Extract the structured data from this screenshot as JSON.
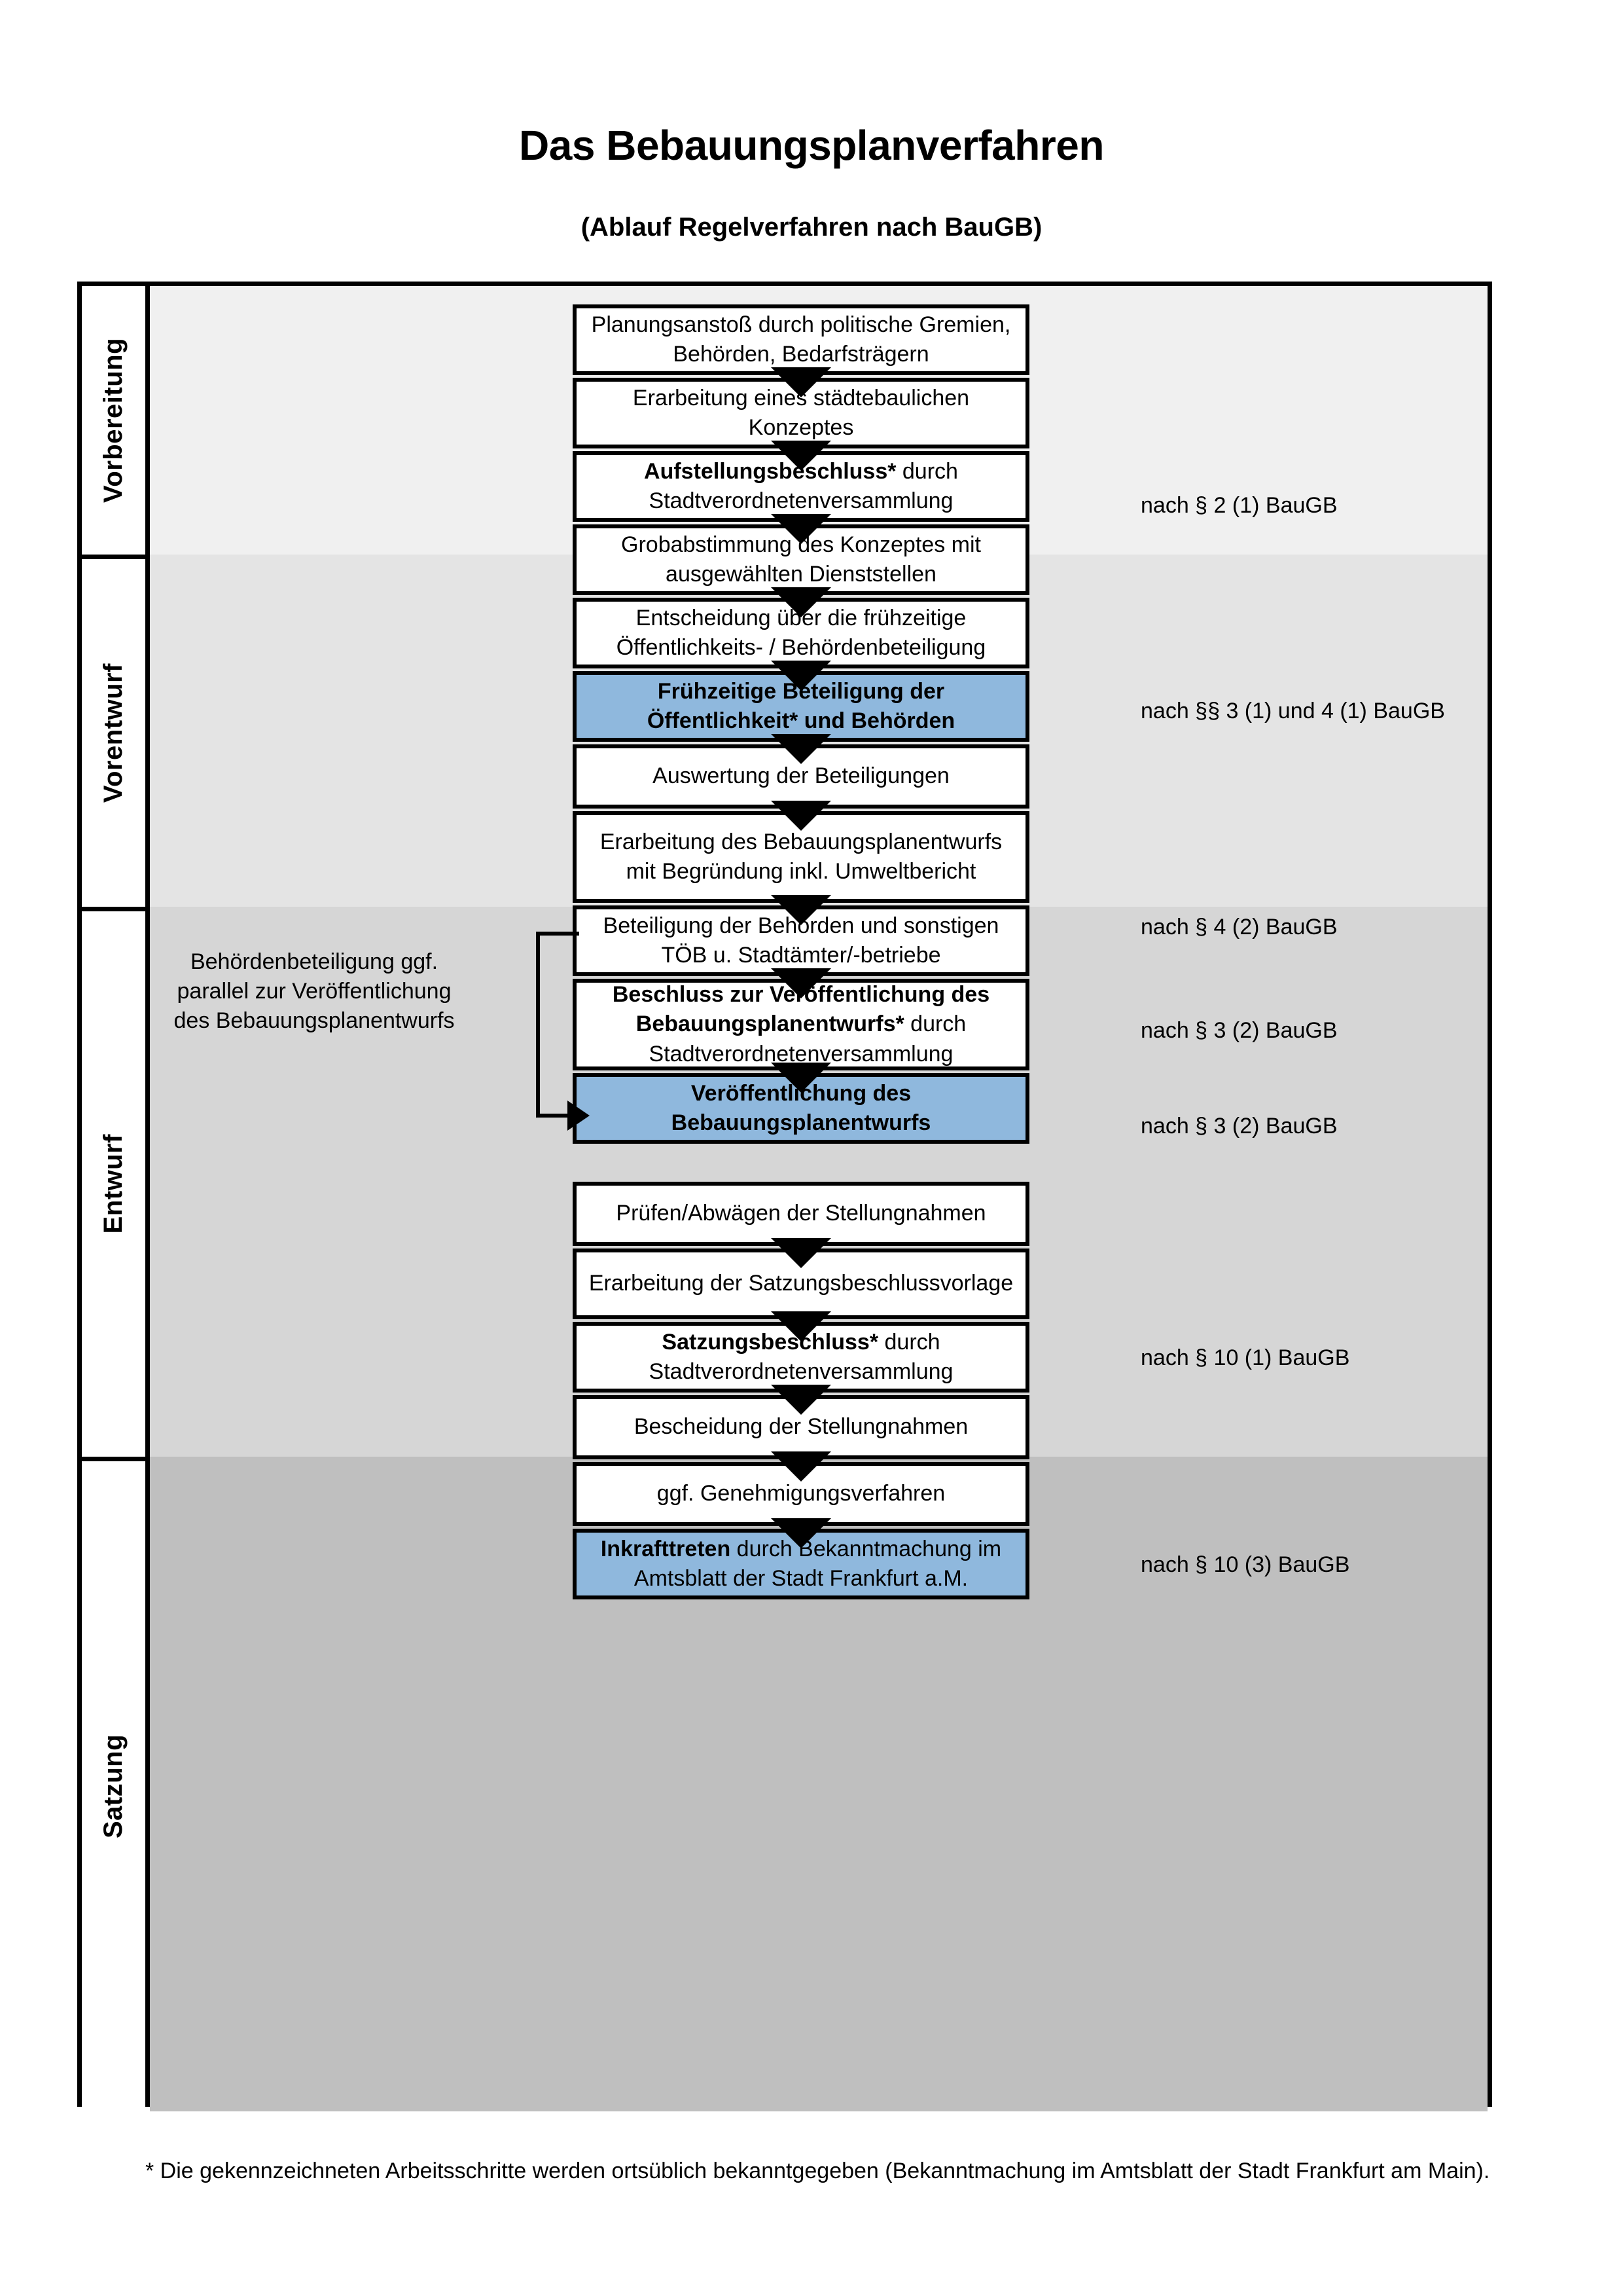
{
  "header": {
    "title": "Das Bebauungsplanverfahren",
    "subtitle": "(Ablauf Regelverfahren nach BauGB)"
  },
  "phases": [
    {
      "id": "vorbereitung",
      "label": "Vorbereitung",
      "band_color": "#f0f0f0"
    },
    {
      "id": "vorentwurf",
      "label": "Vorentwurf",
      "band_color": "#e4e4e4"
    },
    {
      "id": "entwurf",
      "label": "Entwurf",
      "band_color": "#d6d6d6"
    },
    {
      "id": "satzung",
      "label": "Satzung",
      "band_color": "#bfbfbf"
    }
  ],
  "steps": [
    {
      "n": 1,
      "phase": "vorbereitung",
      "bold": "",
      "text": "Planungsanstoß durch politische Gremien, Behörden, Bedarfsträgern",
      "highlight": false
    },
    {
      "n": 2,
      "phase": "vorbereitung",
      "bold": "",
      "text": "Erarbeitung eines städtebaulichen Konzeptes",
      "highlight": false
    },
    {
      "n": 3,
      "phase": "vorbereitung",
      "bold": "Aufstellungsbeschluss*",
      "text": " durch Stadtverordnetenversammlung",
      "highlight": false
    },
    {
      "n": 4,
      "phase": "vorentwurf",
      "bold": "",
      "text": "Grobabstimmung des Konzeptes mit ausgewählten Dienststellen",
      "highlight": false
    },
    {
      "n": 5,
      "phase": "vorentwurf",
      "bold": "",
      "text": "Entscheidung über die frühzeitige Öffentlichkeits- / Behördenbeteiligung",
      "highlight": false
    },
    {
      "n": 6,
      "phase": "vorentwurf",
      "bold": "Frühzeitige Beteiligung der Öffentlichkeit* und Behörden",
      "text": "",
      "highlight": true
    },
    {
      "n": 7,
      "phase": "entwurf",
      "bold": "",
      "text": "Auswertung der Beteiligungen",
      "highlight": false
    },
    {
      "n": 8,
      "phase": "entwurf",
      "bold": "",
      "text": "Erarbeitung des Bebauungsplanentwurfs mit Begründung inkl. Umweltbericht",
      "highlight": false
    },
    {
      "n": 9,
      "phase": "entwurf",
      "bold": "",
      "text": "Beteiligung der Behörden und sonstigen TÖB u. Stadtämter/-betriebe",
      "highlight": false
    },
    {
      "n": 10,
      "phase": "entwurf",
      "bold": "Beschluss zur Veröffentlichung des Bebauungsplanentwurfs*",
      "text": " durch Stadtverordnetenversammlung",
      "highlight": false
    },
    {
      "n": 11,
      "phase": "entwurf",
      "bold": "Veröffentlichung des Bebauungsplanentwurfs",
      "text": "",
      "highlight": true
    },
    {
      "n": 12,
      "phase": "satzung",
      "bold": "",
      "text": "Prüfen/Abwägen der Stellungnahmen",
      "highlight": false
    },
    {
      "n": 13,
      "phase": "satzung",
      "bold": "",
      "text": "Erarbeitung der Satzungsbeschlussvorlage",
      "highlight": false
    },
    {
      "n": 14,
      "phase": "satzung",
      "bold": "Satzungsbeschluss*",
      "text": " durch Stadtverordnetenversammlung",
      "highlight": false
    },
    {
      "n": 15,
      "phase": "satzung",
      "bold": "",
      "text": "Bescheidung der Stellungnahmen",
      "highlight": false
    },
    {
      "n": 16,
      "phase": "satzung",
      "bold": "",
      "text": "ggf. Genehmigungsverfahren",
      "highlight": false
    },
    {
      "n": 17,
      "phase": "satzung",
      "bold": "Inkrafttreten",
      "text": " durch Bekanntmachung im Amtsblatt der Stadt Frankfurt a.M.",
      "highlight": true
    }
  ],
  "legal_refs": [
    {
      "id": "ref1",
      "text": "nach § 2 (1) BauGB"
    },
    {
      "id": "ref2",
      "text": "nach §§ 3 (1) und 4 (1) BauGB"
    },
    {
      "id": "ref3",
      "text": "nach § 4 (2) BauGB"
    },
    {
      "id": "ref4",
      "text": "nach § 3 (2) BauGB"
    },
    {
      "id": "ref5",
      "text": "nach § 3 (2) BauGB"
    },
    {
      "id": "ref6",
      "text": "nach § 10 (1) BauGB"
    },
    {
      "id": "ref7",
      "text": "nach § 10 (3) BauGB"
    }
  ],
  "side_note": "Behördenbeteiligung ggf. parallel zur Veröffentlichung des Bebauungsplanentwurfs",
  "footnote": "* Die gekennzeichneten Arbeitsschritte werden ortsüblich bekanntgegeben (Bekanntmachung im Amtsblatt  der Stadt Frankfurt am Main).",
  "colors": {
    "highlight_fill": "#8fb8dd",
    "box_border": "#000000",
    "arrow": "#000000"
  }
}
